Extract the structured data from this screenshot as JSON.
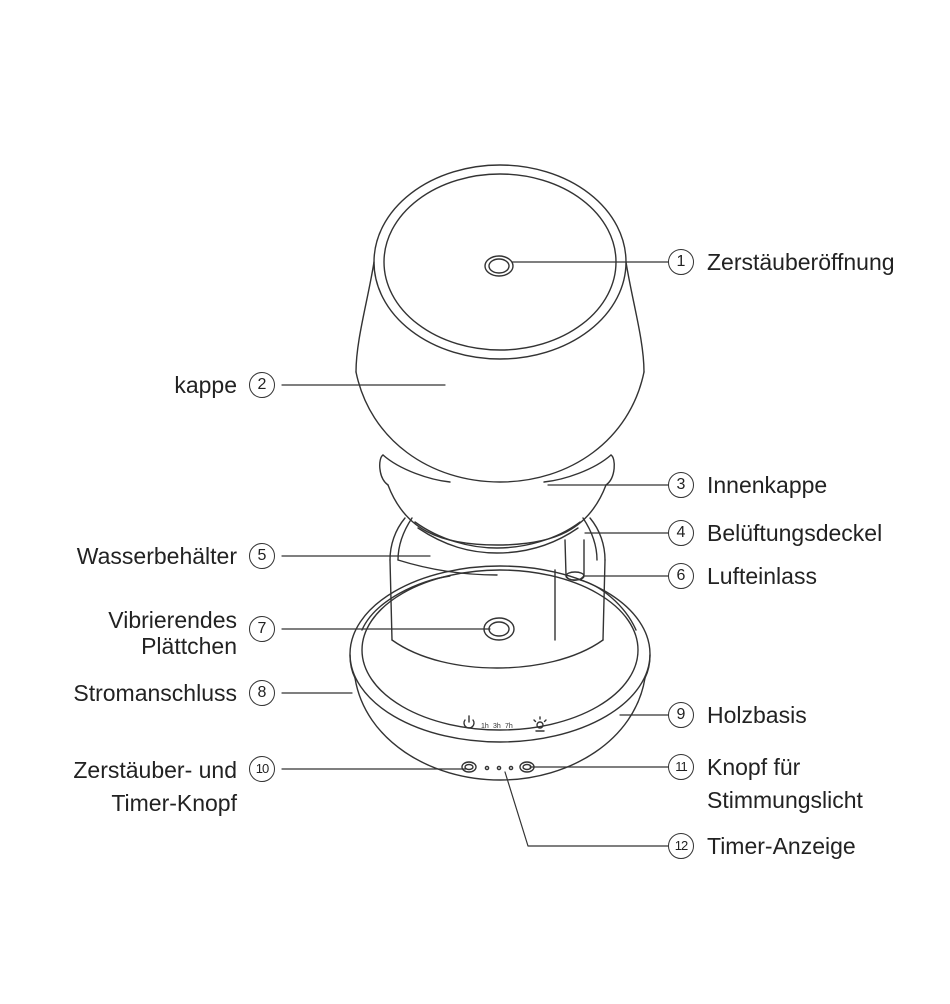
{
  "parts": [
    {
      "num": "1",
      "label": "Zerstäuberöffnung"
    },
    {
      "num": "2",
      "label": "kappe"
    },
    {
      "num": "3",
      "label": "Innenkappe"
    },
    {
      "num": "4",
      "label": "Belüftungsdeckel"
    },
    {
      "num": "5",
      "label": "Wasserbehälter"
    },
    {
      "num": "6",
      "label": "Lufteinlass"
    },
    {
      "num": "7",
      "label_line1": "Vibrierendes",
      "label_line2": "Plättchen"
    },
    {
      "num": "8",
      "label": "Stromanschluss"
    },
    {
      "num": "9",
      "label": "Holzbasis"
    },
    {
      "num": "10",
      "label_line1": "Zerstäuber- und",
      "label_line2": "Timer-Knopf"
    },
    {
      "num": "11",
      "label_line1": "Knopf für",
      "label_line2": "Stimmungslicht"
    },
    {
      "num": "12",
      "label": "Timer-Anzeige"
    }
  ],
  "base_panel": {
    "t1": "1h",
    "t2": "3h",
    "t3": "7h"
  },
  "colors": {
    "line": "#333333",
    "text": "#222222"
  }
}
